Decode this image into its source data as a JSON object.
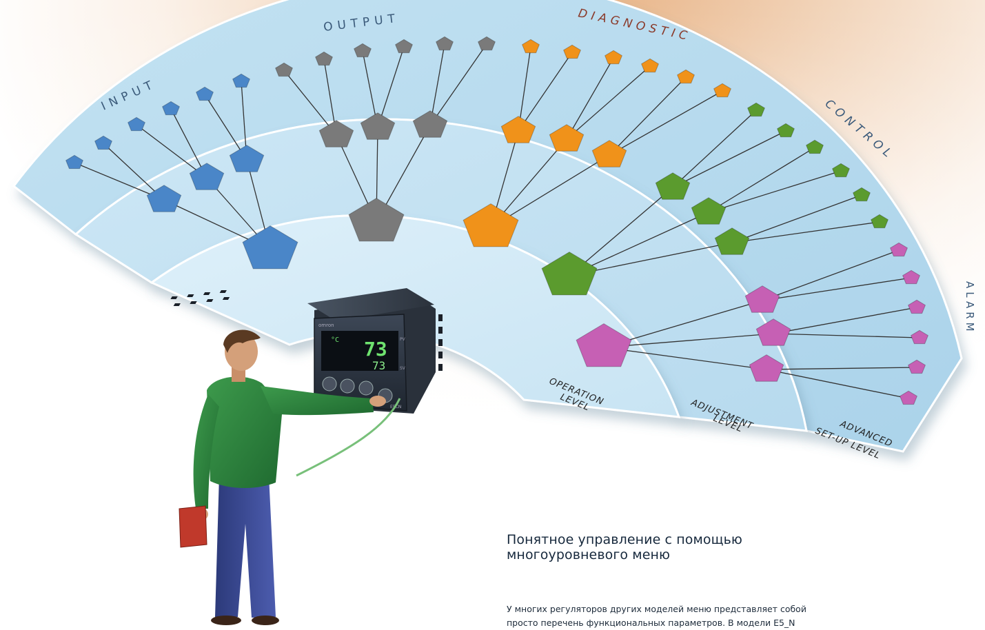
{
  "categories": {
    "input": "INPUT",
    "output": "OUTPUT",
    "diagnostic": "DIAGNOSTIC",
    "control": "CONTROL",
    "alarm": "ALARM"
  },
  "levels": {
    "operation_l1": "OPERATION",
    "operation_l2": "LEVEL",
    "adjustment_l1": "ADJUSTMENT",
    "adjustment_l2": "LEVEL",
    "advanced_l1": "ADVANCED",
    "advanced_l2": "SET-UP LEVEL"
  },
  "device": {
    "brand": "omron",
    "unit": "°C",
    "pv": "73",
    "sv": "73",
    "model": "E5CN",
    "pv_tag": "PV",
    "sv_tag": "SV"
  },
  "colors": {
    "input": "#4a86c8",
    "output": "#7a7a7a",
    "diagnostic": "#f0921a",
    "control": "#5b9b2e",
    "alarm": "#c660b4",
    "band": "#bfe0f0"
  },
  "text": {
    "heading_l1": "Понятное управление с помощью",
    "heading_l2": "многоуровневого меню",
    "para_l1": "У многих регуляторов других моделей меню представляет собой",
    "para_l2": "просто перечень функциональных параметров. В модели E5_N"
  }
}
